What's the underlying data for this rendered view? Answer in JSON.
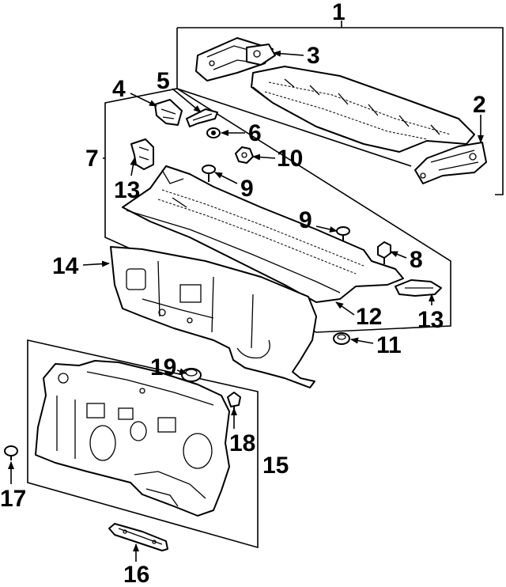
{
  "callouts": {
    "c1": "1",
    "c2": "2",
    "c3": "3",
    "c4": "4",
    "c5": "5",
    "c6": "6",
    "c7": "7",
    "c8": "8",
    "c9a": "9",
    "c9b": "9",
    "c10": "10",
    "c11": "11",
    "c12": "12",
    "c13a": "13",
    "c13b": "13",
    "c14": "14",
    "c15": "15",
    "c16": "16",
    "c17": "17",
    "c18": "18",
    "c19": "19"
  }
}
